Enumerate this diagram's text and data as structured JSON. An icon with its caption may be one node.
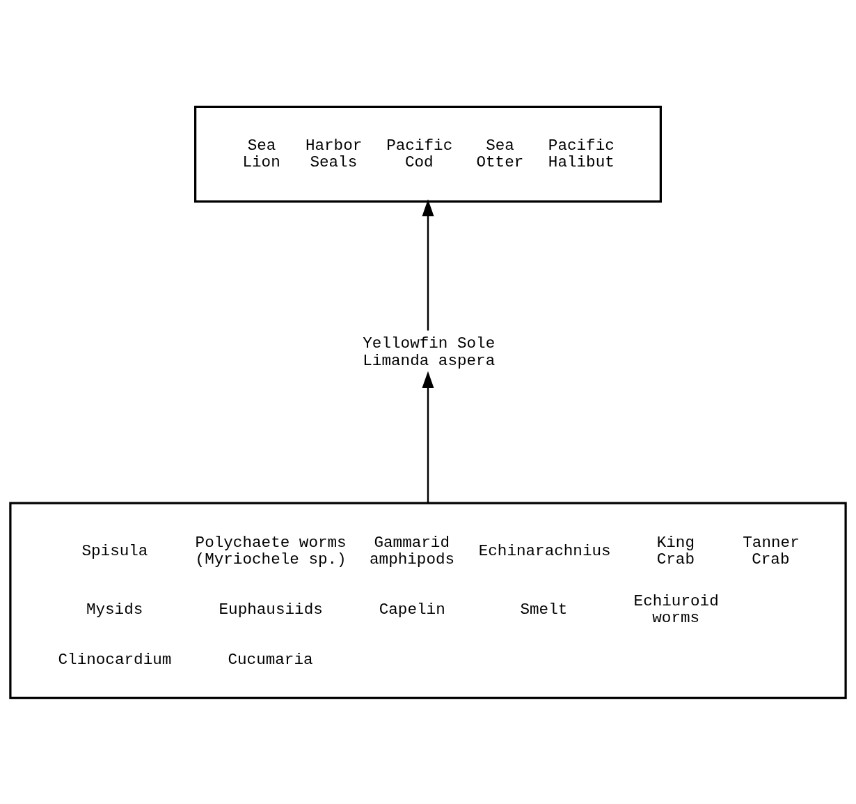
{
  "diagram": {
    "nodes": [
      {
        "text": [
          "Sea Lion",
          "Harbor Seals",
          "Pacific Cod",
          "Sea Otter",
          "Pacific Halibut"
        ]
      },
      {
        "text": [
          "Yellowfin Sole",
          "Limanda aspera"
        ]
      },
      {
        "text": [
          "Spisula",
          "Polychaete worms (Myriochele sp.)",
          "Gammarid amphipods",
          "Echinarachnius",
          "King Crab",
          "Tanner Crab",
          "Mysids",
          "Euphausiids",
          "Capelin",
          "Smelt",
          "Echiuroid worms",
          "Clinocardium",
          "Cucumaria"
        ]
      }
    ],
    "edges": [
      {
        "from": 2,
        "to": 1,
        "arrow": "to"
      },
      {
        "from": 1,
        "to": 0,
        "arrow": "to"
      }
    ]
  }
}
